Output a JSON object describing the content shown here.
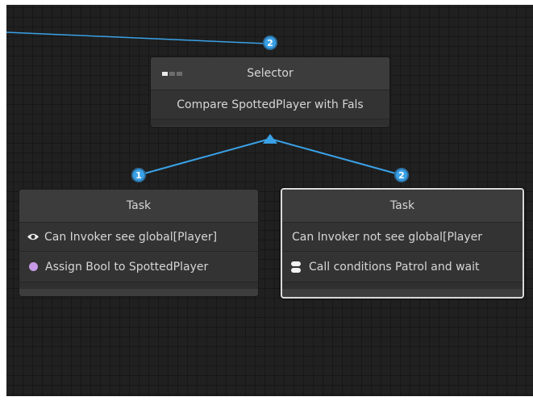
{
  "selector_node": {
    "title": "Selector",
    "row": "Compare SpottedPlayer with Fals",
    "input_index": "2"
  },
  "task_left": {
    "title": "Task",
    "row1": "Can Invoker see global[Player]",
    "row2": "Assign Bool to SpottedPlayer",
    "input_index": "1"
  },
  "task_right": {
    "title": "Task",
    "row1": "Can Invoker not see global[Player",
    "row2": "Call conditions Patrol and wait",
    "input_index": "2"
  },
  "colors": {
    "canvas": "#202020",
    "node": "#3d3d3d",
    "wire": "#3aa1e6",
    "assign_dot": "#c59ae6"
  }
}
